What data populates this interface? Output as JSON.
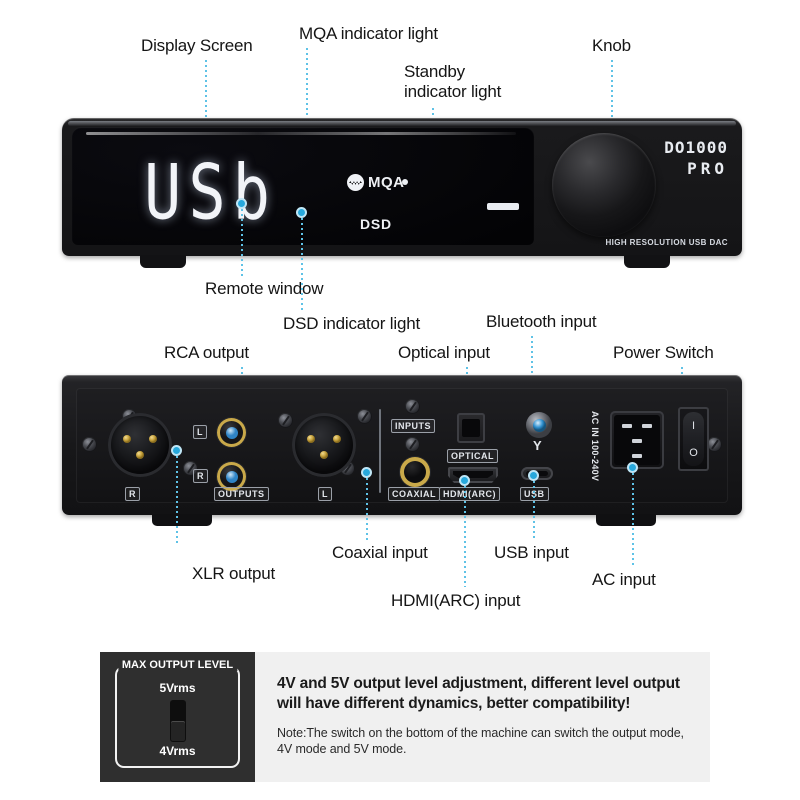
{
  "annotations": {
    "display_screen": "Display Screen",
    "mqa_indicator": "MQA indicator light",
    "standby_indicator": "Standby\nindicator light",
    "knob": "Knob",
    "remote_window": "Remote window",
    "dsd_indicator": "DSD indicator light",
    "bluetooth_input": "Bluetooth input",
    "rca_output": "RCA output",
    "optical_input": "Optical input",
    "power_switch": "Power Switch",
    "xlr_output": "XLR output",
    "coaxial_input": "Coaxial input",
    "usb_input": "USB input",
    "ac_input": "AC input",
    "hdmi_input": "HDMI(ARC) input"
  },
  "front_panel": {
    "display_value": "USb",
    "mqa_label": "MQA",
    "dsd_label": "DSD",
    "brand_model": "DO1000",
    "brand_suffix": "PRO",
    "tagline": "HIGH RESOLUTION USB DAC"
  },
  "rear_panel": {
    "outputs_label": "OUTPUTS",
    "inputs_label": "INPUTS",
    "xlr_right_label": "R",
    "xlr_left_label": "L",
    "rca_left_label": "L",
    "rca_right_label": "R",
    "coaxial_label": "COAXIAL",
    "optical_label": "OPTICAL",
    "hdmi_label": "HDMI(ARC)",
    "usb_label": "USB",
    "antenna_symbol": "Y",
    "ac_rating": "AC IN 100-240V",
    "power_on_symbol": "I",
    "power_off_symbol": "O"
  },
  "info_panel": {
    "switch_title": "MAX OUTPUT LEVEL",
    "level_high": "5Vrms",
    "level_low": "4Vrms",
    "headline": "4V and 5V output level adjustment, different level output will have different dynamics, better compatibility!",
    "note": "Note:The switch on the bottom of the machine can switch the output mode, 4V mode and 5V mode."
  },
  "colors": {
    "accent": "#27a8dc",
    "leader": "#5fc2e6",
    "chassis": "#17171a",
    "info_bg": "#f0f0f0",
    "switch_card_bg": "#2f2f2f"
  }
}
